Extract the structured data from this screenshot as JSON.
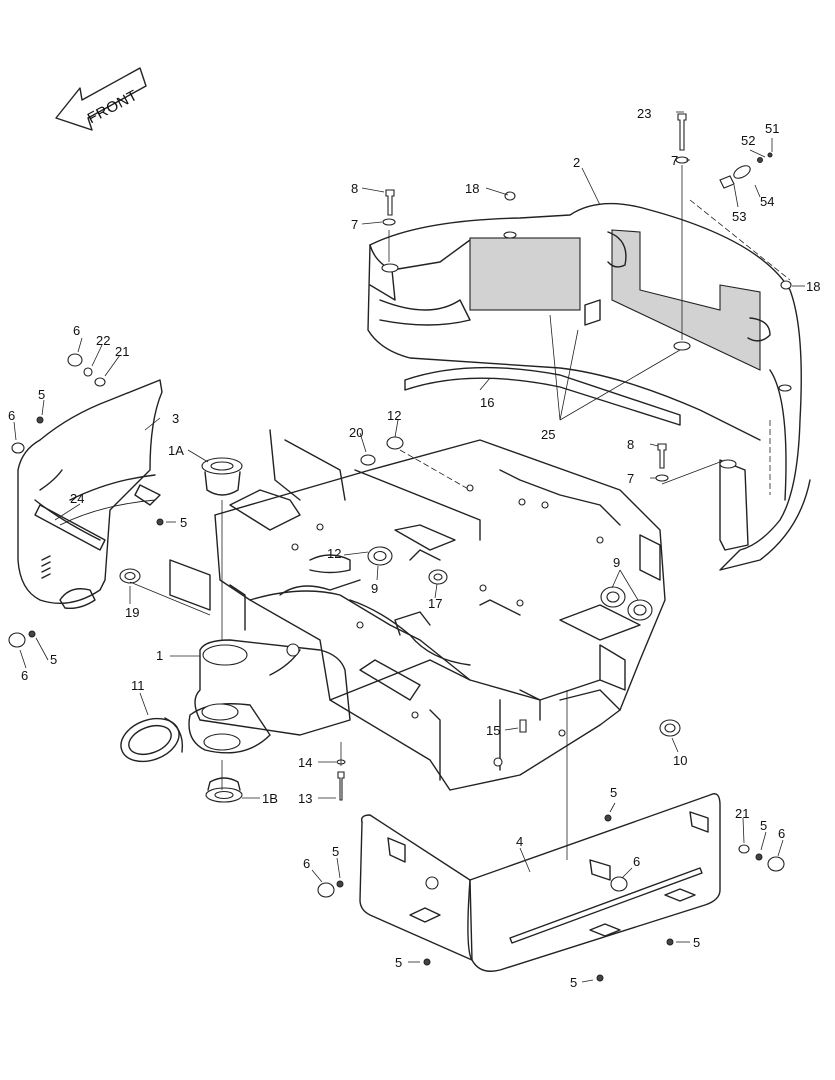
{
  "figure": {
    "front_label": "FRONT",
    "callouts": [
      "1",
      "1A",
      "1B",
      "2",
      "3",
      "4",
      "5",
      "6",
      "7",
      "8",
      "9",
      "10",
      "11",
      "12",
      "13",
      "14",
      "15",
      "16",
      "17",
      "18",
      "19",
      "20",
      "21",
      "22",
      "23",
      "24",
      "25",
      "51",
      "52",
      "53",
      "54"
    ]
  },
  "colors": {
    "ink": "#222222",
    "pad_fill": "#d2d2d2",
    "background": "#ffffff"
  }
}
